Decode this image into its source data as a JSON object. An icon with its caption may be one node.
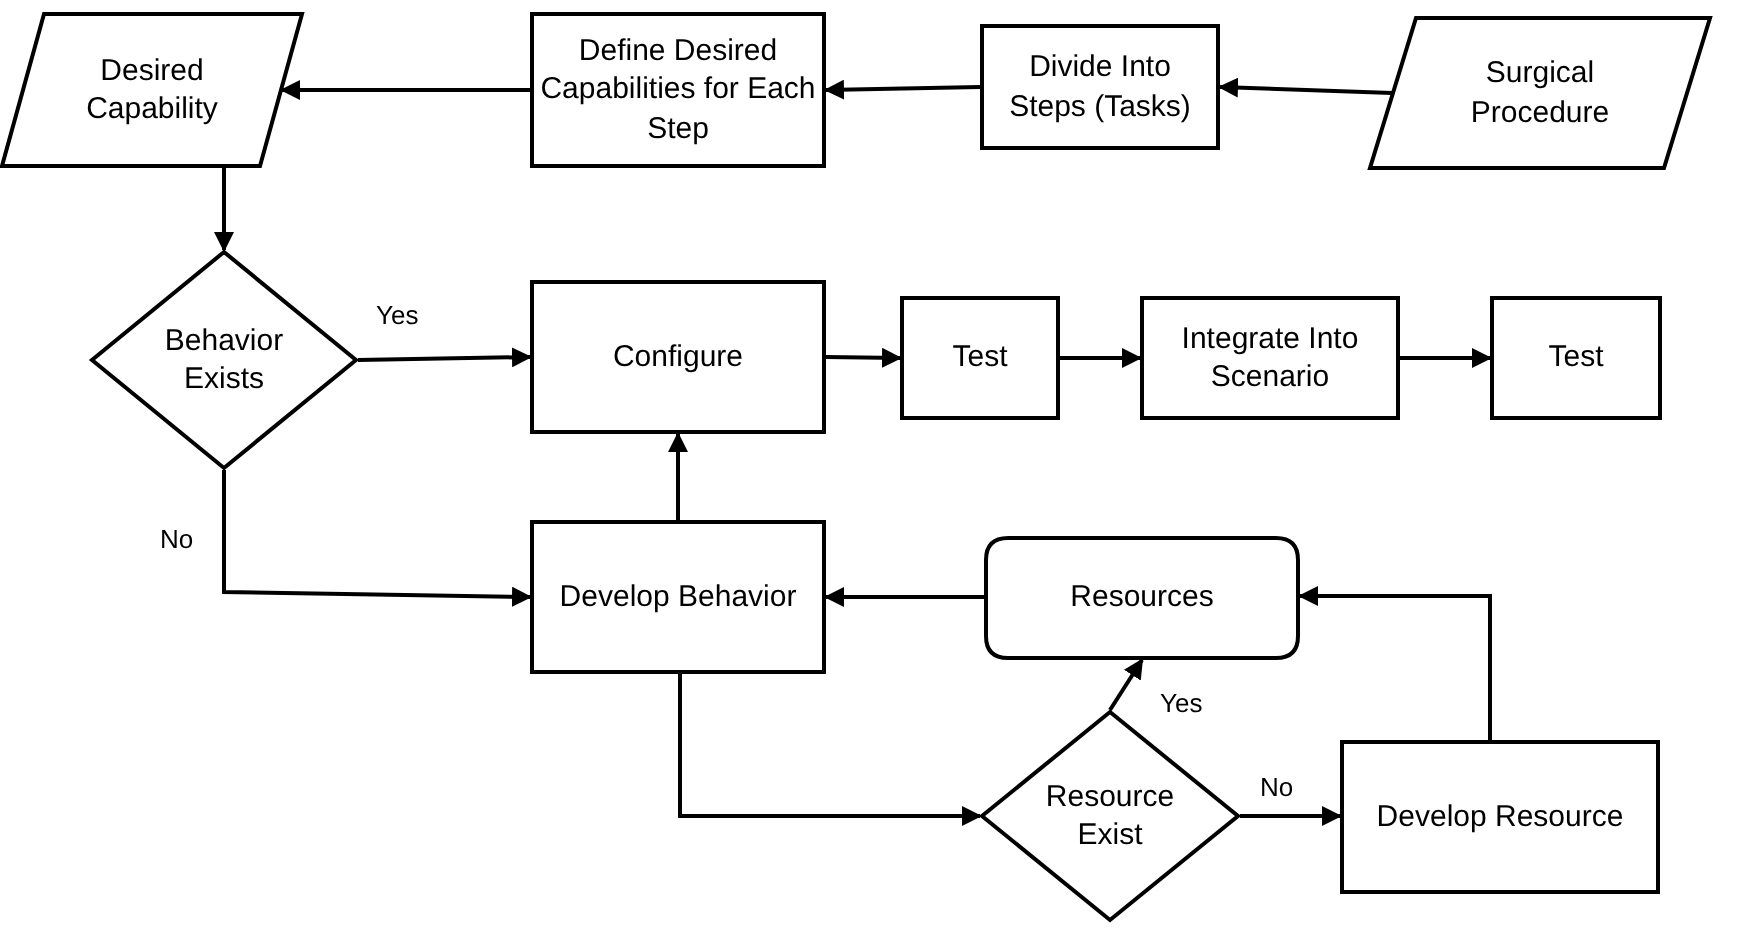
{
  "diagram": {
    "nodes": [
      {
        "text": [
          "Desired Capability"
        ]
      },
      {
        "text": [
          "Define Desired Capabilities for Each Step"
        ]
      },
      {
        "text": [
          "Divide Into Steps (Tasks)"
        ]
      },
      {
        "text": [
          "Surgical Procedure"
        ]
      },
      {
        "text": [
          "Behavior Exists"
        ]
      },
      {
        "text": [
          "Configure"
        ]
      },
      {
        "text": [
          "Test"
        ]
      },
      {
        "text": [
          "Integrate Into Scenario"
        ]
      },
      {
        "text": [
          "Test"
        ]
      },
      {
        "text": [
          "Develop Behavior"
        ]
      },
      {
        "text": [
          "Resources"
        ]
      },
      {
        "text": [
          "Resource Exist"
        ]
      },
      {
        "text": [
          "Develop Resource"
        ]
      }
    ],
    "edges": [
      {
        "from": 3,
        "to": 2,
        "arrow": "to"
      },
      {
        "from": 2,
        "to": 1,
        "arrow": "to"
      },
      {
        "from": 1,
        "to": 0,
        "arrow": "to"
      },
      {
        "from": 0,
        "to": 4,
        "arrow": "to"
      },
      {
        "from": 4,
        "to": 5,
        "arrow": "to",
        "label": "Yes"
      },
      {
        "from": 4,
        "to": 9,
        "arrow": "to",
        "label": "No"
      },
      {
        "from": 9,
        "to": 5,
        "arrow": "to"
      },
      {
        "from": 5,
        "to": 6,
        "arrow": "to"
      },
      {
        "from": 6,
        "to": 7,
        "arrow": "to"
      },
      {
        "from": 7,
        "to": 8,
        "arrow": "to"
      },
      {
        "from": 9,
        "to": 11,
        "arrow": "to"
      },
      {
        "from": 11,
        "to": 10,
        "arrow": "to",
        "label": "Yes"
      },
      {
        "from": 11,
        "to": 12,
        "arrow": "to",
        "label": "No"
      },
      {
        "from": 12,
        "to": 10,
        "arrow": "to"
      },
      {
        "from": 10,
        "to": 9,
        "arrow": "to"
      }
    ]
  }
}
